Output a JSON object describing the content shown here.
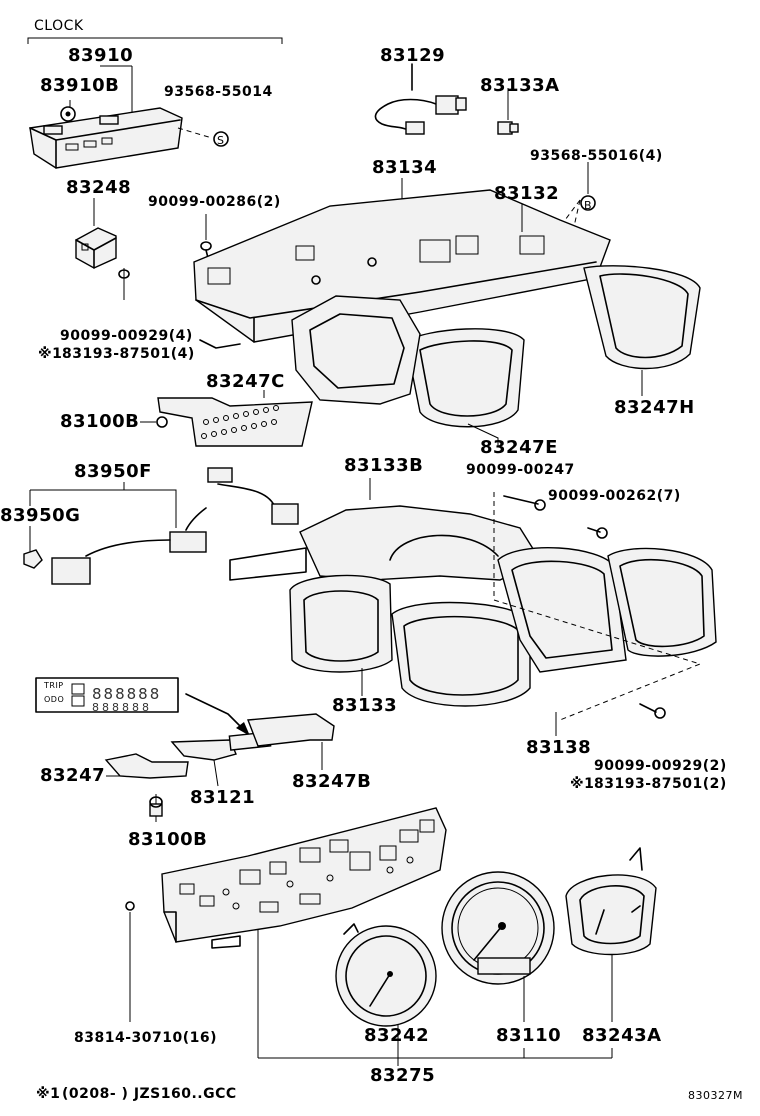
{
  "diagram": {
    "section_label": "CLOCK",
    "labels": {
      "clock": "83910",
      "clock_sub": "83910B",
      "clock_screw": "93568-55014",
      "s_mark": "S",
      "b_mark": "B",
      "connector_wire": "83129",
      "connector_small": "83133A",
      "screw_b": "93568-55016(4)",
      "housing_top": "83134",
      "housing_top_r": "83132",
      "switch_block": "83248",
      "bolt_286": "90099-00286(2)",
      "bolt_929a": "90099-00929(4)",
      "bolt_87501a": "83193-87501(4)",
      "mark_87501a": "※1",
      "plate_c": "83247C",
      "bulb_b1": "83100B",
      "bezel_h": "83247H",
      "bezel_e": "83247E",
      "wire_f": "83950F",
      "wire_g": "83950G",
      "cover_b": "83133B",
      "bolt_247": "90099-00247",
      "bolt_262": "90099-00262(7)",
      "lens": "83133",
      "hood": "83138",
      "bolt_929b": "90099-00929(2)",
      "bolt_87501b": "83193-87501(2)",
      "mark_87501b": "※1",
      "plate_247": "83247",
      "lcd_121": "83121",
      "plate_b": "83247B",
      "bulb_b2": "83100B",
      "meter_242": "83242",
      "meter_110": "83110",
      "meter_243a": "83243A",
      "screw_814": "83814-30710(16)",
      "assembly": "83275",
      "odo_label": "ODO",
      "trip_label": "TRIP",
      "lcd_digits": "888888"
    },
    "footnote_mark": "※1",
    "footnote_text": "(0208-      ) JZS160..GCC",
    "drawing_code": "830327M"
  }
}
